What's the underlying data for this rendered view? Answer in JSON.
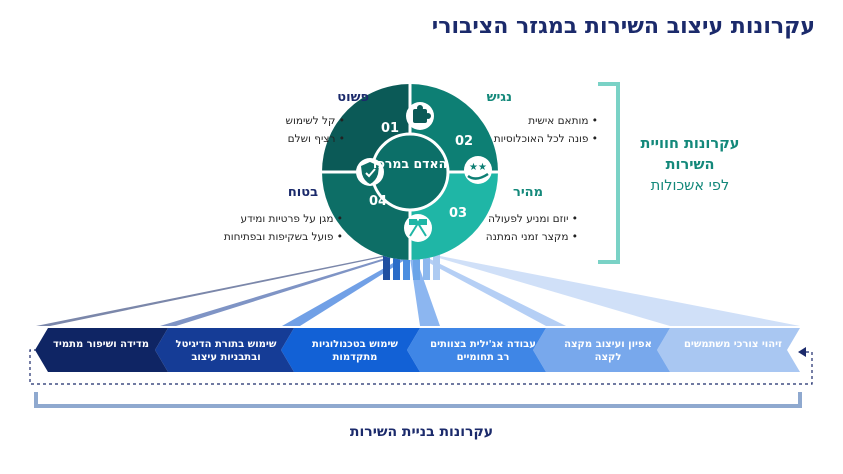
{
  "title": "עקרונות עיצוב השירות במגזר הציבורי",
  "circle": {
    "center": "האדם במרכז",
    "segments": [
      {
        "num": "01",
        "icon": "puzzle-icon"
      },
      {
        "num": "02",
        "icon": "hand-stars-icon"
      },
      {
        "num": "03",
        "icon": "racing-flags-icon"
      },
      {
        "num": "04",
        "icon": "shield-check-icon"
      }
    ]
  },
  "quadrants": {
    "simple": {
      "title": "פשוט",
      "items": [
        "קל לשימוש",
        "רציף ושלם"
      ]
    },
    "accessible": {
      "title": "נגיש",
      "items": [
        "מותאם אישית",
        "פונה לכל האוכלוסיות"
      ]
    },
    "fast": {
      "title": "מהיר",
      "items": [
        "יוזם ומניע לפעולה",
        "מקצר זמני המתנה"
      ]
    },
    "safe": {
      "title": "בטוח",
      "items": [
        "מגן על פרטיות ומידע",
        "פועל בשקיפות ובפתיחות"
      ]
    }
  },
  "experience": {
    "heading": "עקרונות חוויית השירות",
    "sub": "לפי אשכולות"
  },
  "stages": [
    {
      "label": "זיהוי צורכי משתמשים",
      "color": "#a9c7f2"
    },
    {
      "label": "אפיון ועיצוב מקצה לקצה",
      "color": "#78a8ec"
    },
    {
      "label": "עבודה אג'ילית בצוותים רב תחומיים",
      "color": "#3f86e6"
    },
    {
      "label": "שימוש בטכנולוגיות מתקדמות",
      "color": "#1261d6"
    },
    {
      "label": "שימוש בתורת הדיגיטל ובתבניות עיצוב",
      "color": "#153c96"
    },
    {
      "label": "מדידה ושיפור מתמיד",
      "color": "#0f2564"
    }
  ],
  "bottom_label": "עקרונות בניית השירות",
  "colors": {
    "navy": "#1b2a6b",
    "teal": "#13887a",
    "circle_dark": "#0b5a57",
    "circle_mid": "#0d7f74",
    "circle_light": "#1fb6a6"
  }
}
